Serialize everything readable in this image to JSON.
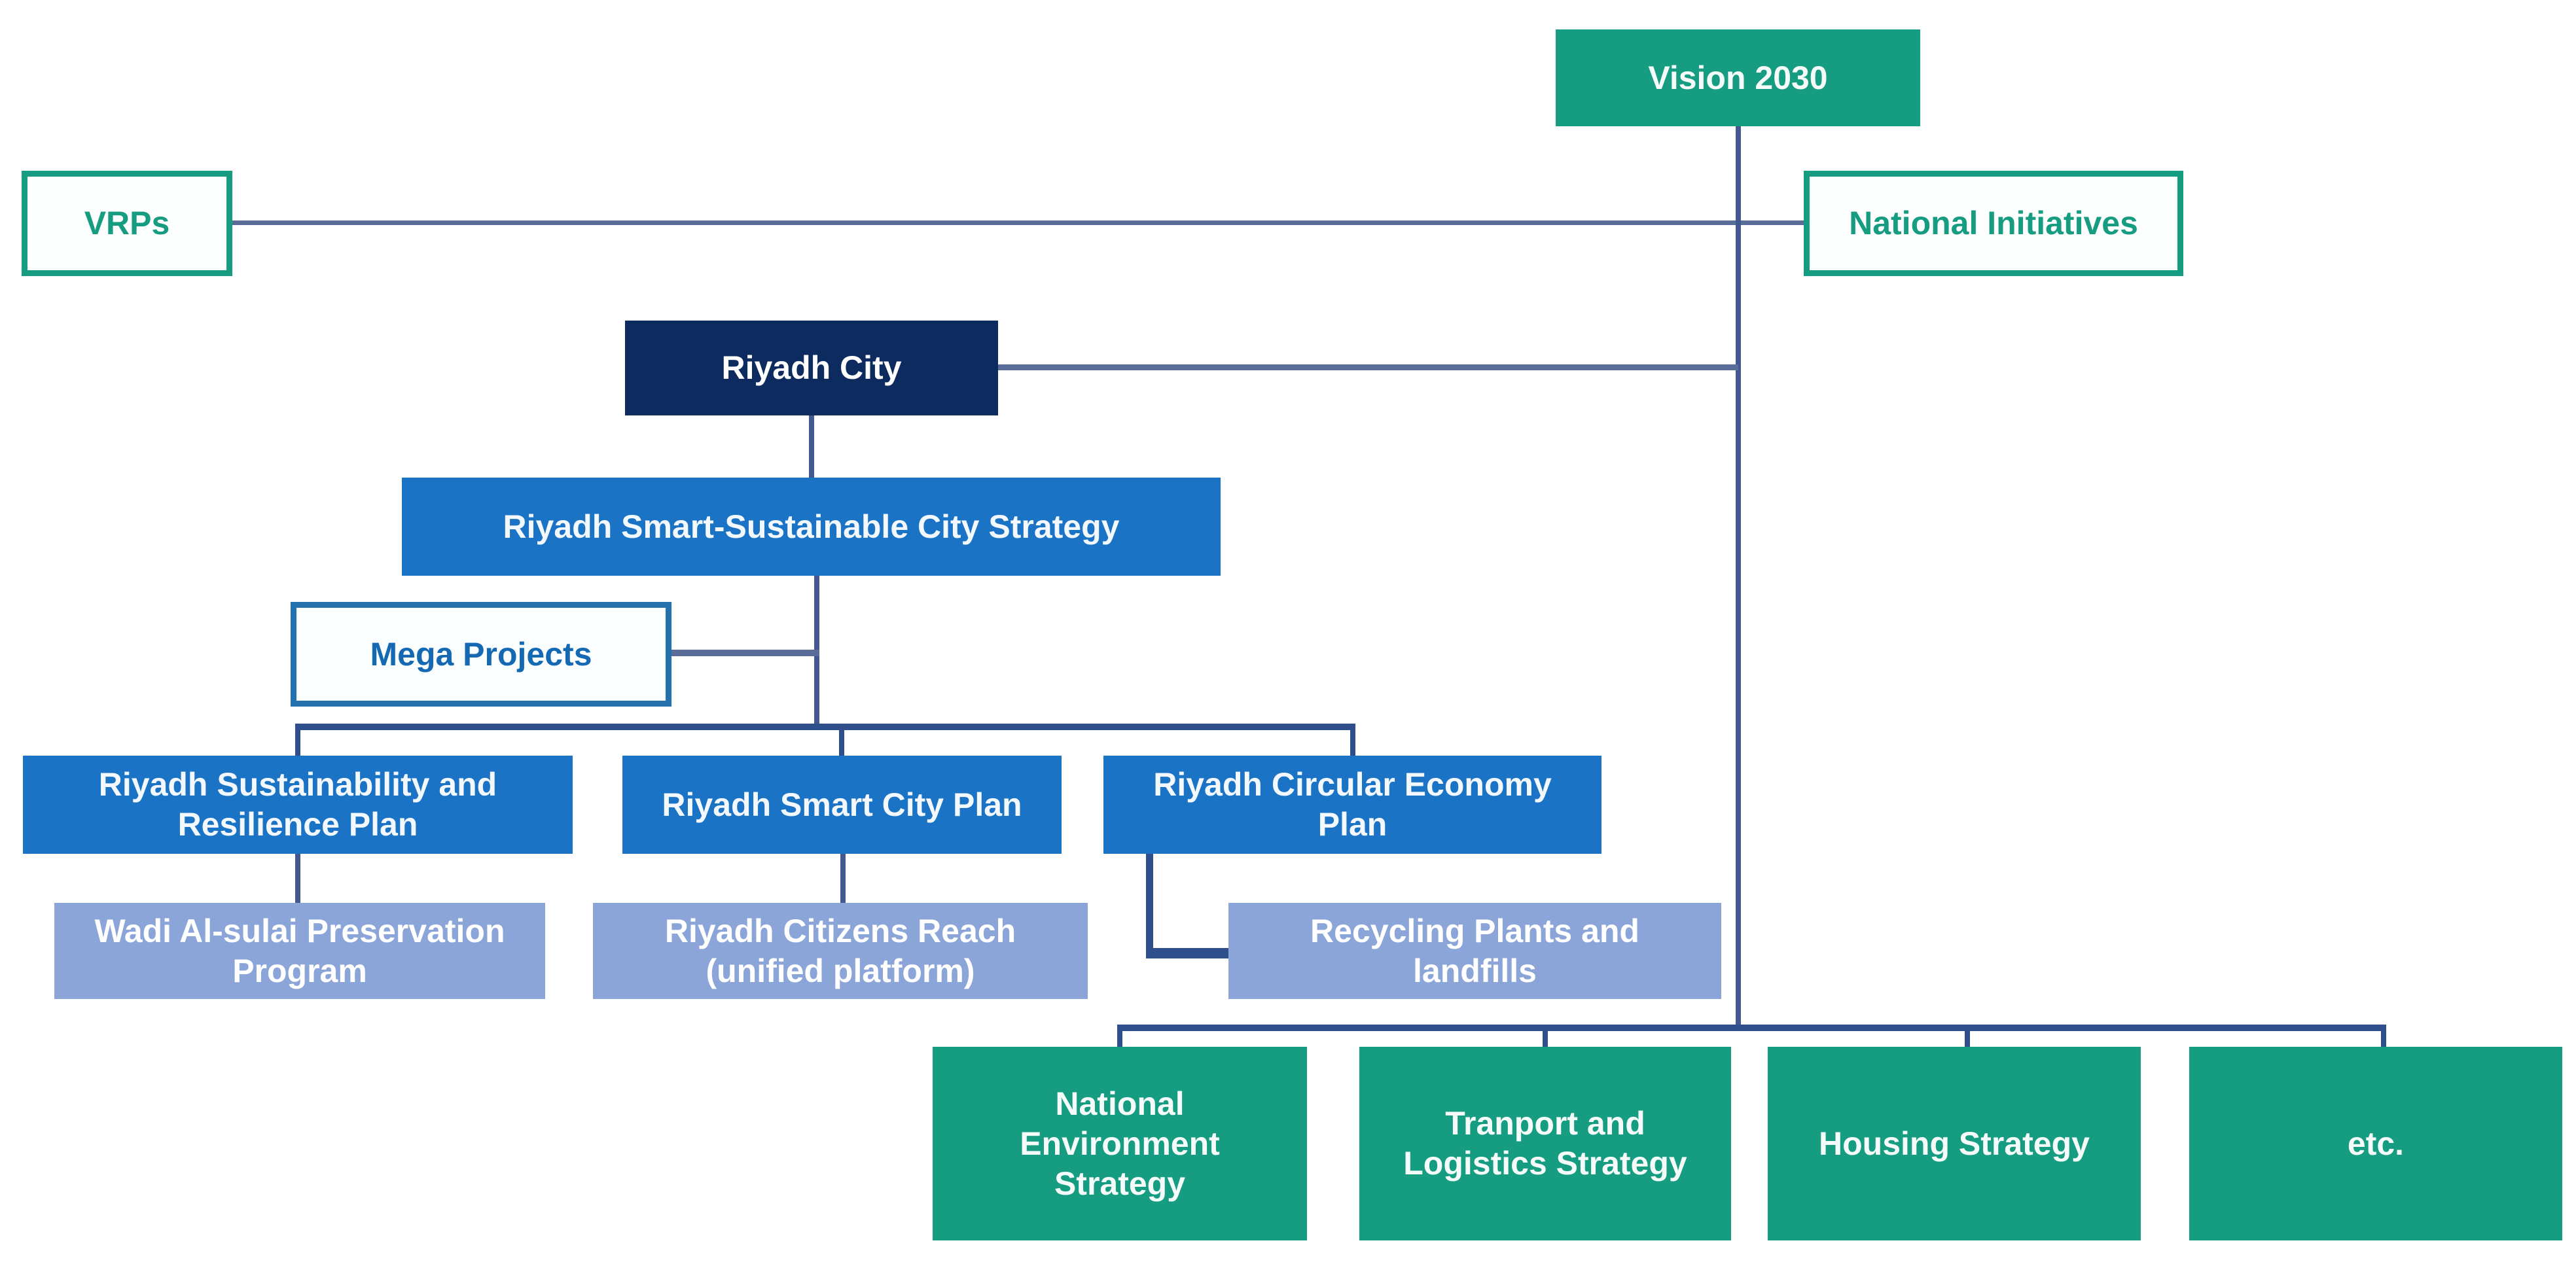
{
  "diagram": {
    "title": "Vision 2030 / Riyadh Smart-Sustainable City Strategy hierarchy",
    "colors": {
      "teal_fill": "#169c81",
      "navy_fill": "#0d2b5e",
      "blue_fill": "#1a73c4",
      "periwinkle_fill": "#8ba5d9",
      "teal_text": "#169c81",
      "blue_text": "#1569b3",
      "connector_slate": "#5a6d99",
      "connector_dark": "#2e4f8c",
      "background": "#ffffff"
    }
  },
  "nodes": {
    "vision": {
      "label": "Vision 2030"
    },
    "vrps": {
      "label": "VRPs"
    },
    "national_initiatives": {
      "label": "National Initiatives"
    },
    "riyadh_city": {
      "label": "Riyadh City"
    },
    "strategy": {
      "label": "Riyadh Smart-Sustainable City Strategy"
    },
    "mega_projects": {
      "label": "Mega Projects"
    },
    "sustainability_plan": {
      "label": "Riyadh Sustainability and\nResilience Plan"
    },
    "smart_city_plan": {
      "label": "Riyadh Smart City Plan"
    },
    "circular_economy_plan": {
      "label": "Riyadh Circular Economy\nPlan"
    },
    "wadi_program": {
      "label": "Wadi Al-sulai Preservation\nProgram"
    },
    "citizens_reach": {
      "label": "Riyadh Citizens Reach\n(unified platform)"
    },
    "recycling": {
      "label": "Recycling Plants and\nlandfills"
    },
    "national_environment": {
      "label": "National\nEnvironment\nStrategy"
    },
    "transport_logistics": {
      "label": "Tranport and\nLogistics Strategy"
    },
    "housing": {
      "label": "Housing Strategy"
    },
    "etc": {
      "label": "etc."
    }
  }
}
